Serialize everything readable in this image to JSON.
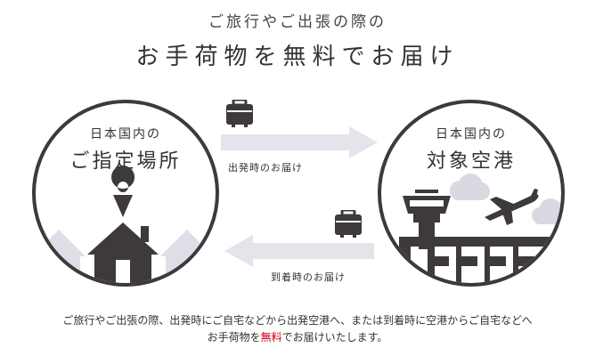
{
  "header": {
    "line1": "ご旅行やご出張の際の",
    "line2": "お手荷物を無料でお届け"
  },
  "left_circle": {
    "sub": "日本国内の",
    "main": "ご指定場所"
  },
  "right_circle": {
    "sub": "日本国内の",
    "main": "対象空港"
  },
  "arrows": {
    "departure": "出発時のお届け",
    "arrival": "到着時のお届け"
  },
  "footer": {
    "line1": "ご旅行やご出張の際、出発時にご自宅などから出発空港へ、または到着時に空港からご自宅などへ",
    "line2_pre": "お手荷物を",
    "line2_red": "無料",
    "line2_post": "でお届けいたします。"
  },
  "colors": {
    "dark": "#3d393c",
    "arrow": "#e6e3ea",
    "faded_house": "#e1dde6",
    "cloud": "#dcd8e1",
    "accent_red": "#d0021b"
  }
}
